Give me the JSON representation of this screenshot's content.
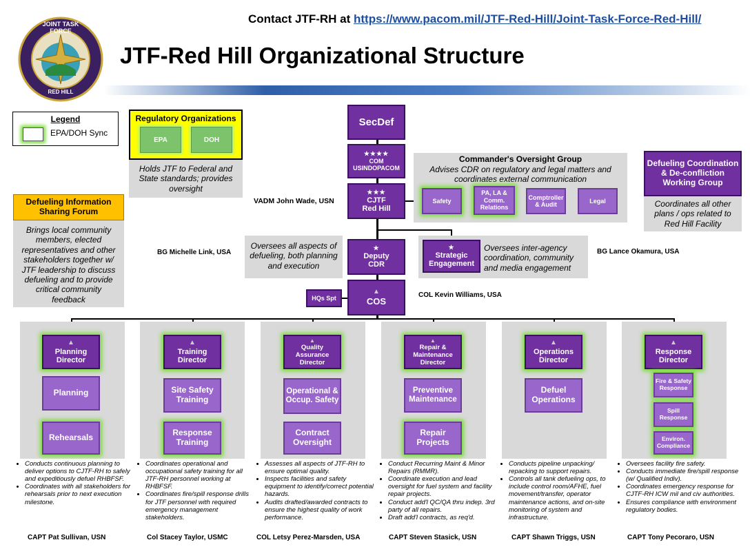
{
  "header": {
    "contact_prefix": "Contact JTF-RH at ",
    "contact_url": "https://www.pacom.mil/JTF-Red-Hill/Joint-Task-Force-Red-Hill/",
    "title": "JTF-Red Hill Organizational Structure",
    "seal_top": "JOINT TASK FORCE",
    "seal_bottom": "RED HILL"
  },
  "legend": {
    "title": "Legend",
    "item": "EPA/DOH Sync"
  },
  "regulatory": {
    "title": "Regulatory Organizations",
    "epa": "EPA",
    "doh": "DOH",
    "desc": "Holds JTF to Federal and State standards; provides oversight"
  },
  "forum": {
    "title": "Defueling Information Sharing Forum",
    "desc": "Brings local community members, elected representatives and other stakeholders together w/ JTF leadership to discuss defueling and to provide critical community feedback"
  },
  "secdef": "SecDef",
  "com": {
    "stars": "★★★★",
    "line1": "COM",
    "line2": "USINDOPACOM"
  },
  "cjtf": {
    "stars": "★★★",
    "line1": "CJTF",
    "line2": "Red Hill",
    "person": "VADM John Wade, USN"
  },
  "oversight": {
    "title": "Commander's Oversight Group",
    "desc": "Advises CDR on regulatory and legal matters and coordinates external communication",
    "items": [
      "Safety",
      "PA, LA & Comm. Relations",
      "Comptroller & Audit",
      "Legal"
    ]
  },
  "defuel_coord": {
    "title": "Defueling Coordination & De-confliction Working Group",
    "desc": "Coordinates all other plans / ops related to Red Hill Facility"
  },
  "deputy": {
    "star": "★",
    "label": "Deputy CDR",
    "person": "BG Michelle Link, USA",
    "desc": "Oversees all aspects of defueling, both planning and execution"
  },
  "strategic": {
    "star": "★",
    "label": "Strategic Engagement",
    "person": "BG Lance Okamura, USA",
    "desc": "Oversees inter-agency coordination, community and media engagement"
  },
  "cos": {
    "label": "COS",
    "person": "COL Kevin Williams, USA",
    "hqs": "HQs Spt"
  },
  "directorates": [
    {
      "director": "Planning Director",
      "subs": [
        "Planning",
        "Rehearsals"
      ],
      "bullets": [
        "Conducts continuous planning to deliver options to CJTF-RH to safely and expeditiously defuel RHBFSF.",
        "Coordinates with all stakeholders for rehearsals prior to next execution milestone."
      ],
      "person": "CAPT Pat Sullivan, USN"
    },
    {
      "director": "Training Director",
      "subs": [
        "Site Safety Training",
        "Response Training"
      ],
      "bullets": [
        "Coordinates operational and occupational safety training for all JTF-RH personnel working at RHBFSF.",
        "Coordinates fire/spill response drills for JTF personnel with required emergency management stakeholders."
      ],
      "person": "Col Stacey Taylor, USMC"
    },
    {
      "director": "Quality Assurance Director",
      "subs": [
        "Operational & Occup. Safety",
        "Contract Oversight"
      ],
      "bullets": [
        "Assesses all aspects of JTF-RH to ensure optimal quality.",
        "Inspects facilities and safety equipment to identify/correct potential hazards.",
        "Audits drafted/awarded contracts to ensure the highest quality of work performance."
      ],
      "person": "COL Letsy Perez-Marsden, USA"
    },
    {
      "director": "Repair & Maintenance Director",
      "subs": [
        "Preventive Maintenance",
        "Repair Projects"
      ],
      "bullets": [
        "Conduct Recurring Maint & Minor Repairs (RMMR).",
        "Coordinate execution and lead oversight for fuel system and facility repair projects.",
        "Conduct add'l QC/QA thru indep. 3rd party of all repairs.",
        "Draft add'l contracts, as req'd."
      ],
      "person": "CAPT Steven Stasick, USN"
    },
    {
      "director": "Operations Director",
      "subs": [
        "Defuel Operations"
      ],
      "bullets": [
        "Conducts pipeline unpacking/ repacking to support repairs.",
        "Controls all tank defueling ops, to include control room/AFHE, fuel movement/transfer, operator maintenance actions, and on-site monitoring of system and infrastructure."
      ],
      "person": "CAPT Shawn Triggs, USN"
    },
    {
      "director": "Response Director",
      "subs": [
        "Fire & Safety Response",
        "Spill Response",
        "Environ. Compliance"
      ],
      "bullets": [
        "Oversees facility fire safety.",
        "Conducts immediate fire/spill response (w/ Qualified Indiv).",
        "Coordinates emergency response for CJTF-RH ICW mil and civ authorities.",
        "Ensures compliance with environment regulatory bodies."
      ],
      "person": "CAPT Tony Pecoraro, USN"
    }
  ],
  "colors": {
    "purple": "#7030a0",
    "light_purple": "#9966cc",
    "gray": "#d9d9d9",
    "green_glow": "#7cdc3c",
    "yellow": "#ffff00",
    "orange": "#ffc000",
    "link_blue": "#1f4e9e"
  }
}
